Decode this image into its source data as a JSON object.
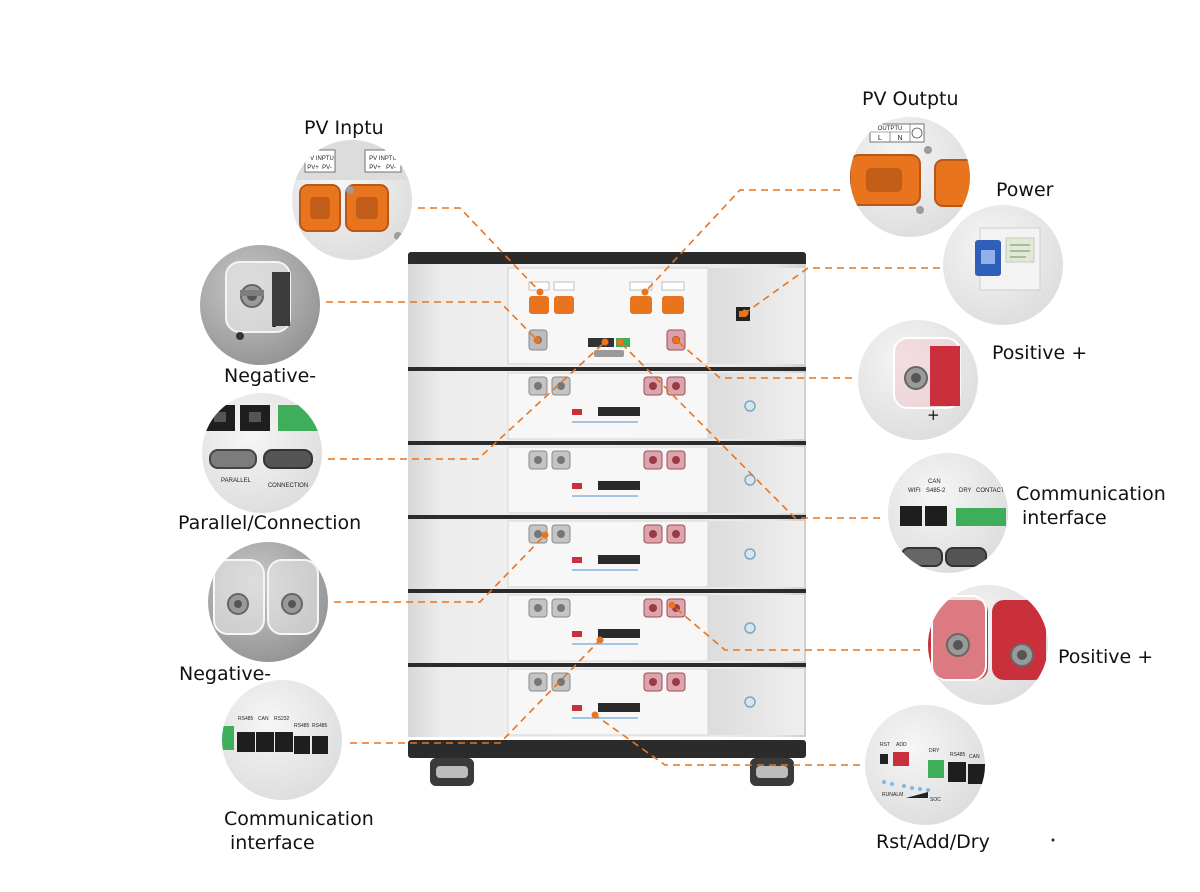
{
  "callouts": {
    "pv_input": "PV Inptu",
    "pv_output": "PV Outptu",
    "power": "Power",
    "negative_top": "Negative-",
    "positive_top": "Positive +",
    "parallel_connection": "Parallel/Connection",
    "comm_right_1": "Communication",
    "comm_right_2": "interface",
    "negative_bottom": "Negative-",
    "positive_bottom": "Positive +",
    "comm_left_1": "Communication",
    "comm_left_2": "interface",
    "rst_add_dry": "Rst/Add/Dry"
  },
  "closeups": {
    "pv_input_labels": [
      "PV INPTU",
      "PV+",
      "PV-",
      "PV INPTU",
      "PV+",
      "PV-"
    ],
    "pv_output_labels": [
      "OUTPTU",
      "L",
      "N"
    ],
    "comm_right_ports": [
      "WIFI",
      "CAN",
      "S485-2",
      "DRY",
      "CONTACT"
    ],
    "parallel_ports": [
      "PARALLEL",
      "CONNECTION"
    ],
    "comm_left_ports": [
      "RS485",
      "CAN",
      "RS232",
      "RS485",
      "RS485"
    ],
    "rst_ports": [
      "RST",
      "ADD",
      "DRY",
      "RS485",
      "CAN",
      "RUN",
      "ALM",
      "SOC"
    ],
    "positive_mark": "+",
    "negative_mark": "-"
  },
  "colors": {
    "accent_orange": "#e8741e",
    "connector_red": "#c9303c",
    "cabinet_gray": "#e9e9e9",
    "frame_dark": "#2b2b2b",
    "terminal_green": "#3fae5a"
  }
}
